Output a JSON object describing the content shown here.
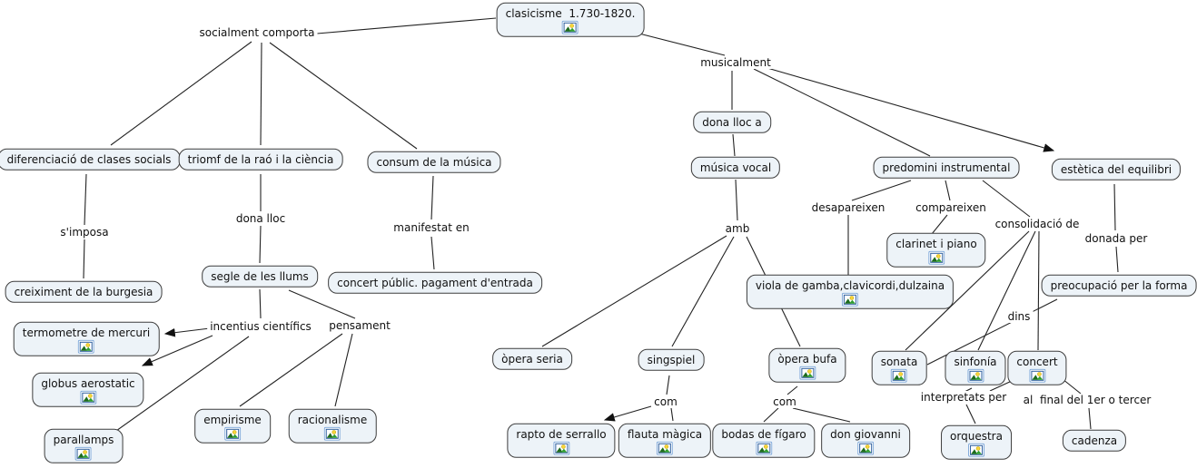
{
  "colors": {
    "background": "#ffffff",
    "node_fill": "#edf3f8",
    "node_border": "#3d3d3d",
    "line": "#222222",
    "text": "#101010",
    "icon_frame": "#2f5f9e",
    "icon_outer_frame": "#7da7d9",
    "icon_sun": "#f7d63a",
    "icon_mountain_dark": "#1c6b1c",
    "icon_mountain_light": "#2f9e2f"
  },
  "icon_legend": {
    "image_attachment": "image-attachment-icon (framed picture: sun over green mountains)"
  },
  "concepts": [
    {
      "id": "clasicisme",
      "label": "clasicisme  1.730-1820.",
      "has_image": true
    },
    {
      "id": "diferenciacio",
      "label": "diferenciació de clases socials",
      "has_image": false
    },
    {
      "id": "triomf",
      "label": "triomf de la raó i la ciència",
      "has_image": false
    },
    {
      "id": "consum",
      "label": "consum de la música",
      "has_image": false
    },
    {
      "id": "creiximent",
      "label": "creiximent de la burgesia",
      "has_image": false
    },
    {
      "id": "segle",
      "label": "segle de les llums",
      "has_image": false
    },
    {
      "id": "concert-public",
      "label": "concert públic. pagament d'entrada",
      "has_image": false
    },
    {
      "id": "termometre",
      "label": "termometre de mercuri",
      "has_image": true
    },
    {
      "id": "globus",
      "label": "globus aerostatic",
      "has_image": true
    },
    {
      "id": "parallamps",
      "label": "parallamps",
      "has_image": true
    },
    {
      "id": "empirisme",
      "label": "empirisme",
      "has_image": true
    },
    {
      "id": "racionalisme",
      "label": "racionalisme",
      "has_image": true
    },
    {
      "id": "dona-lloc-a",
      "label": "dona lloc a",
      "has_image": false
    },
    {
      "id": "musica-vocal",
      "label": "música vocal",
      "has_image": false
    },
    {
      "id": "predomini",
      "label": "predomini instrumental",
      "has_image": false
    },
    {
      "id": "estetica",
      "label": "estètica del equilibri",
      "has_image": false
    },
    {
      "id": "clarinet",
      "label": "clarinet i piano",
      "has_image": true
    },
    {
      "id": "viola",
      "label": "viola de gamba,clavicordi,dulzaina",
      "has_image": true
    },
    {
      "id": "preocupacio",
      "label": "preocupació per la forma",
      "has_image": false
    },
    {
      "id": "opera-seria",
      "label": "òpera seria",
      "has_image": false
    },
    {
      "id": "singspiel",
      "label": "singspiel",
      "has_image": false
    },
    {
      "id": "opera-bufa",
      "label": "òpera bufa",
      "has_image": true
    },
    {
      "id": "rapto",
      "label": "rapto de serrallo",
      "has_image": true
    },
    {
      "id": "flauta",
      "label": "flauta màgica",
      "has_image": true
    },
    {
      "id": "bodas",
      "label": "bodas de fígaro",
      "has_image": true
    },
    {
      "id": "don-giovanni",
      "label": "don giovanni",
      "has_image": true
    },
    {
      "id": "sonata",
      "label": "sonata",
      "has_image": true
    },
    {
      "id": "sinfonia",
      "label": "sinfonía",
      "has_image": true
    },
    {
      "id": "concert",
      "label": "concert",
      "has_image": true
    },
    {
      "id": "orquestra",
      "label": "orquestra",
      "has_image": true
    },
    {
      "id": "cadenza",
      "label": "cadenza",
      "has_image": false
    }
  ],
  "linking_phrases": [
    {
      "label": "socialment comporta"
    },
    {
      "label": "musicalment"
    },
    {
      "label": "s'imposa"
    },
    {
      "label": "dona lloc"
    },
    {
      "label": "manifestat en"
    },
    {
      "label": "incentius científics"
    },
    {
      "label": "pensament"
    },
    {
      "label": "amb"
    },
    {
      "label": "com"
    },
    {
      "label": "com"
    },
    {
      "label": "desapareixen"
    },
    {
      "label": "compareixen"
    },
    {
      "label": "consolidació de"
    },
    {
      "label": "donada per"
    },
    {
      "label": "dins"
    },
    {
      "label": "interpretats per"
    },
    {
      "label": "al  final del 1er o tercer"
    }
  ],
  "edges": [
    [
      "socialment comporta",
      "clasicisme  1.730-1820."
    ],
    [
      "socialment comporta",
      "diferenciació de clases socials"
    ],
    [
      "socialment comporta",
      "triomf de la raó i la ciència"
    ],
    [
      "socialment comporta",
      "consum de la música"
    ],
    [
      "clasicisme  1.730-1820.",
      "musicalment"
    ],
    [
      "diferenciació de clases socials",
      "s'imposa",
      "creiximent de la burgesia"
    ],
    [
      "triomf de la raó i la ciència",
      "dona lloc",
      "segle de les llums"
    ],
    [
      "consum de la música",
      "manifestat en",
      "concert públic. pagament d'entrada"
    ],
    [
      "segle de les llums",
      "incentius científics"
    ],
    [
      "segle de les llums",
      "pensament"
    ],
    [
      "incentius científics",
      "termometre de mercuri",
      "arrow"
    ],
    [
      "incentius científics",
      "globus aerostatic",
      "arrow"
    ],
    [
      "incentius científics",
      "parallamps"
    ],
    [
      "pensament",
      "empirisme"
    ],
    [
      "pensament",
      "racionalisme"
    ],
    [
      "musicalment",
      "dona lloc a",
      "música vocal"
    ],
    [
      "musicalment",
      "predomini instrumental"
    ],
    [
      "musicalment",
      "estètica del equilibri",
      "arrow"
    ],
    [
      "música vocal",
      "amb"
    ],
    [
      "amb",
      "òpera seria"
    ],
    [
      "amb",
      "singspiel"
    ],
    [
      "amb",
      "òpera bufa"
    ],
    [
      "singspiel",
      "com",
      "rapto de serrallo (arrow) / flauta màgica"
    ],
    [
      "òpera bufa",
      "com",
      "bodas de fígaro / don giovanni"
    ],
    [
      "predomini instrumental",
      "desapareixen",
      "viola de gamba,clavicordi,dulzaina"
    ],
    [
      "predomini instrumental",
      "compareixen",
      "clarinet i piano"
    ],
    [
      "predomini instrumental",
      "consolidació de",
      "sonata / sinfonía / concert"
    ],
    [
      "estètica del equilibri",
      "donada per",
      "preocupació per la forma"
    ],
    [
      "preocupació per la forma",
      "dins",
      "sonata"
    ],
    [
      "sinfonía",
      "interpretats per",
      "orquestra"
    ],
    [
      "concert",
      "interpretats per",
      "orquestra"
    ],
    [
      "concert",
      "al  final del 1er o tercer",
      "cadenza"
    ]
  ]
}
